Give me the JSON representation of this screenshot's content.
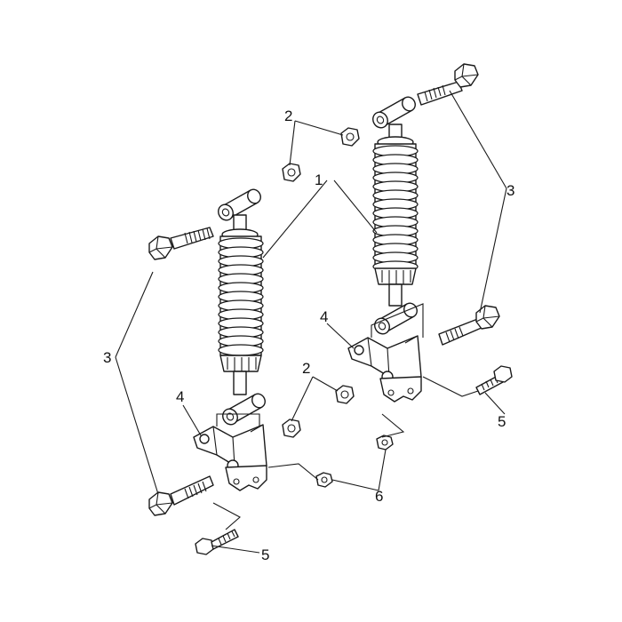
{
  "colors": {
    "line": "#1a1a1a",
    "background": "#ffffff"
  },
  "callouts": [
    {
      "id": "callout-1",
      "label": "1"
    },
    {
      "id": "callout-2-upper",
      "label": "2"
    },
    {
      "id": "callout-2-lower",
      "label": "2"
    },
    {
      "id": "callout-3-right",
      "label": "3"
    },
    {
      "id": "callout-3-left",
      "label": "3"
    },
    {
      "id": "callout-4-left",
      "label": "4"
    },
    {
      "id": "callout-4-right",
      "label": "4"
    },
    {
      "id": "callout-5-right",
      "label": "5"
    },
    {
      "id": "callout-5-left",
      "label": "5"
    },
    {
      "id": "callout-6",
      "label": "6"
    }
  ]
}
